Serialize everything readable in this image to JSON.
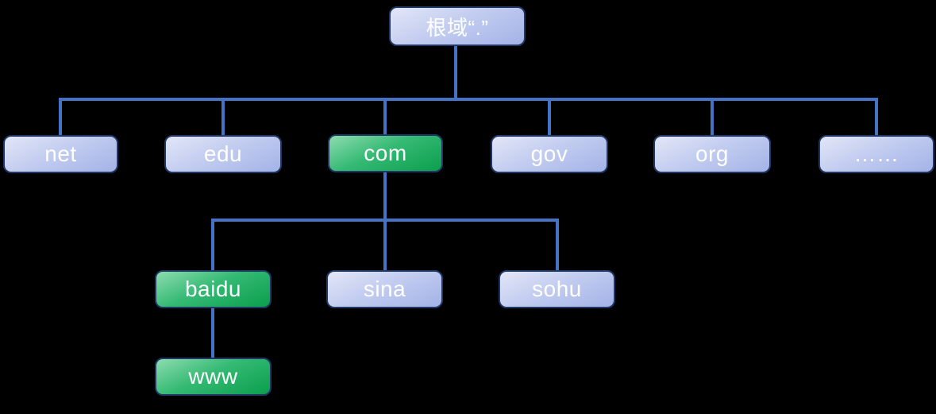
{
  "diagram": {
    "kind": "dns-domain-hierarchy-tree",
    "levels": 4
  },
  "colors": {
    "background": "#000000",
    "connector": "#4472c4",
    "node_border": "#1f3864",
    "blue_top": "#e2e6f7",
    "blue_bottom": "#a3b3e7",
    "green_top": "#8edcaf",
    "green_bottom": "#0b9e4d",
    "text": "#ffffff"
  },
  "nodes": {
    "root": {
      "label": "根域“.”",
      "variant": "blue"
    },
    "net": {
      "label": "net",
      "variant": "blue"
    },
    "edu": {
      "label": "edu",
      "variant": "blue"
    },
    "com": {
      "label": "com",
      "variant": "green"
    },
    "gov": {
      "label": "gov",
      "variant": "blue"
    },
    "org": {
      "label": "org",
      "variant": "blue"
    },
    "more": {
      "label": "……",
      "variant": "blue"
    },
    "baidu": {
      "label": "baidu",
      "variant": "green"
    },
    "sina": {
      "label": "sina",
      "variant": "blue"
    },
    "sohu": {
      "label": "sohu",
      "variant": "blue"
    },
    "www": {
      "label": "www",
      "variant": "green"
    }
  },
  "edges": [
    {
      "from": "root",
      "to": "net"
    },
    {
      "from": "root",
      "to": "edu"
    },
    {
      "from": "root",
      "to": "com"
    },
    {
      "from": "root",
      "to": "gov"
    },
    {
      "from": "root",
      "to": "org"
    },
    {
      "from": "root",
      "to": "more"
    },
    {
      "from": "com",
      "to": "baidu"
    },
    {
      "from": "com",
      "to": "sina"
    },
    {
      "from": "com",
      "to": "sohu"
    },
    {
      "from": "baidu",
      "to": "www"
    }
  ]
}
